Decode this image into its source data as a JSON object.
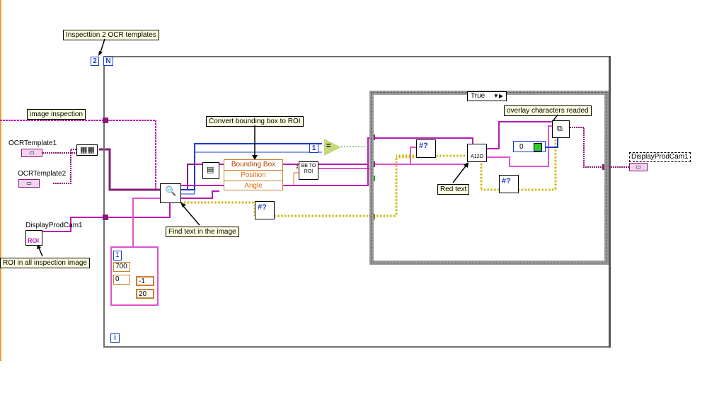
{
  "labels": {
    "inspection_templates": "Inspecttion 2 OCR templates",
    "image_inspection": "image inspection",
    "convert_bbox": "Convert bounding box to ROI",
    "find_text": "Find text in the image",
    "overlay_chars": "overlay characters readed",
    "red_text": "Red text",
    "roi_all": "ROI in all inspection image"
  },
  "controls": {
    "ocr_template1": "OCRTemplate1",
    "ocr_template2": "OCRTemplate2",
    "display_prod_cam_left": "DisplayProdCam1",
    "display_prod_cam_right": "DisplayProdCam1",
    "roi_tag": "ROI"
  },
  "loop": {
    "count": "2",
    "count_terminal": "N",
    "iteration_terminal": "i"
  },
  "case_structure": {
    "selector_value": "True",
    "arrows": "▼▶"
  },
  "unbundle": {
    "items": [
      "Bounding Box",
      "Position",
      "Angle"
    ]
  },
  "constants": {
    "compare_constant": "1",
    "color_numeric": "0",
    "bbtoroi": "BB TO\nROI",
    "cluster_index": "1",
    "cluster_value": "700",
    "cluster_index2": "0",
    "cluster_min": "-1",
    "cluster_max": "20"
  },
  "colors": {
    "wire_image": "#b81ab4",
    "wire_cluster": "#8a1a78",
    "wire_blue": "#1a3dc9",
    "wire_orange": "#d9701a",
    "wire_error": "#c8b400",
    "wire_green": "#2e9e2e",
    "case_border": "#9a9a9a"
  }
}
